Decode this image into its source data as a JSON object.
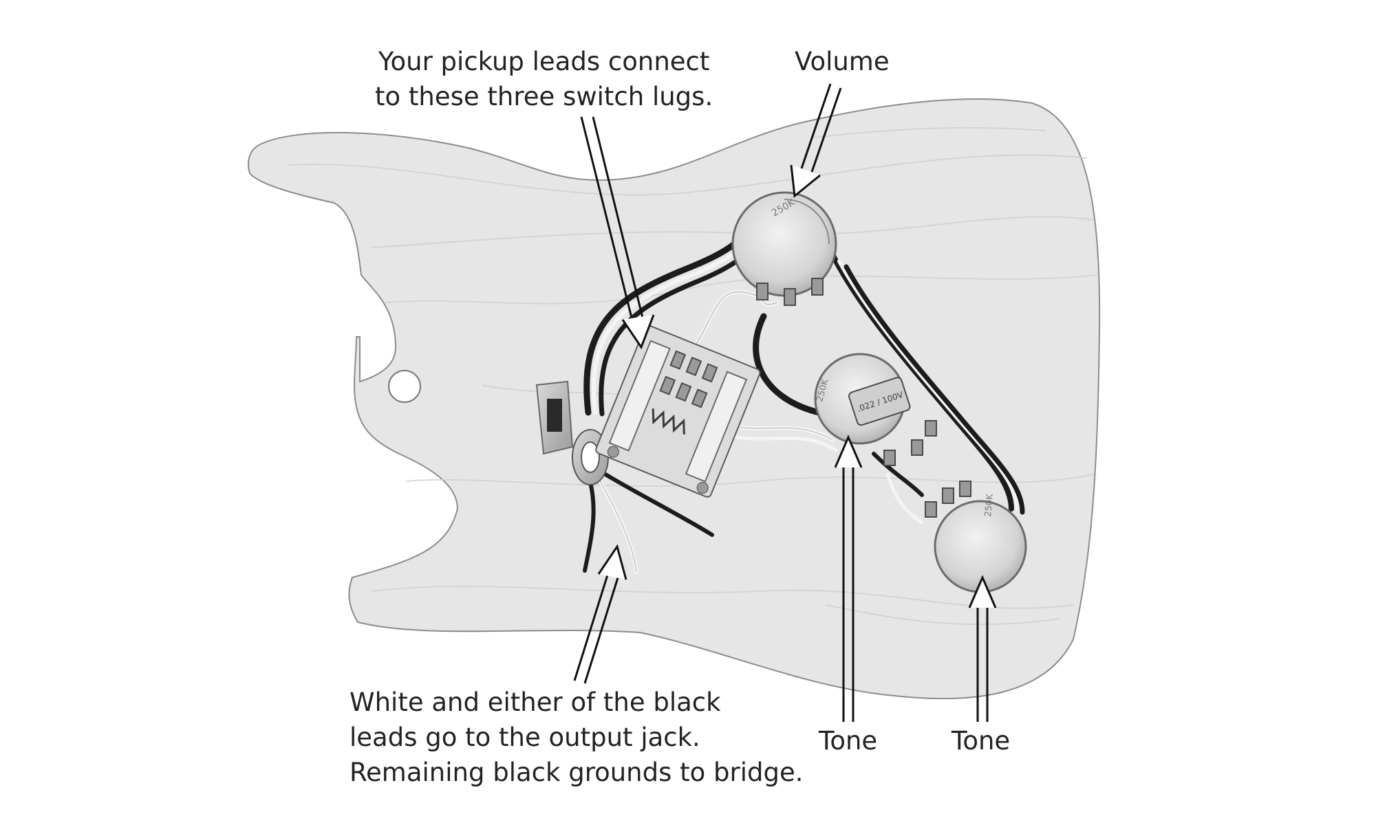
{
  "callouts": {
    "switch_lugs": {
      "line1": "Your pickup leads connect",
      "line2": "to these three switch lugs."
    },
    "volume": "Volume",
    "output_jack": {
      "line1": "White and either of the black",
      "line2": "leads go to the output jack.",
      "line3": "Remaining black grounds to bridge."
    },
    "tone_1": "Tone",
    "tone_2": "Tone"
  },
  "potentiometers": [
    {
      "role": "Volume",
      "stamp": "250K"
    },
    {
      "role": "Tone",
      "stamp": "250K"
    },
    {
      "role": "Tone",
      "stamp": "250K"
    }
  ],
  "capacitor": {
    "stamp": ".022 / 100V"
  },
  "colors": {
    "background": "#ffffff",
    "body_wood": "#e6e6e6",
    "wood_grain": "#cfcfcf",
    "text": "#222222",
    "wire_black": "#1c1c1c",
    "wire_white": "#f4f4f4",
    "metal": "#bdbdbd"
  }
}
